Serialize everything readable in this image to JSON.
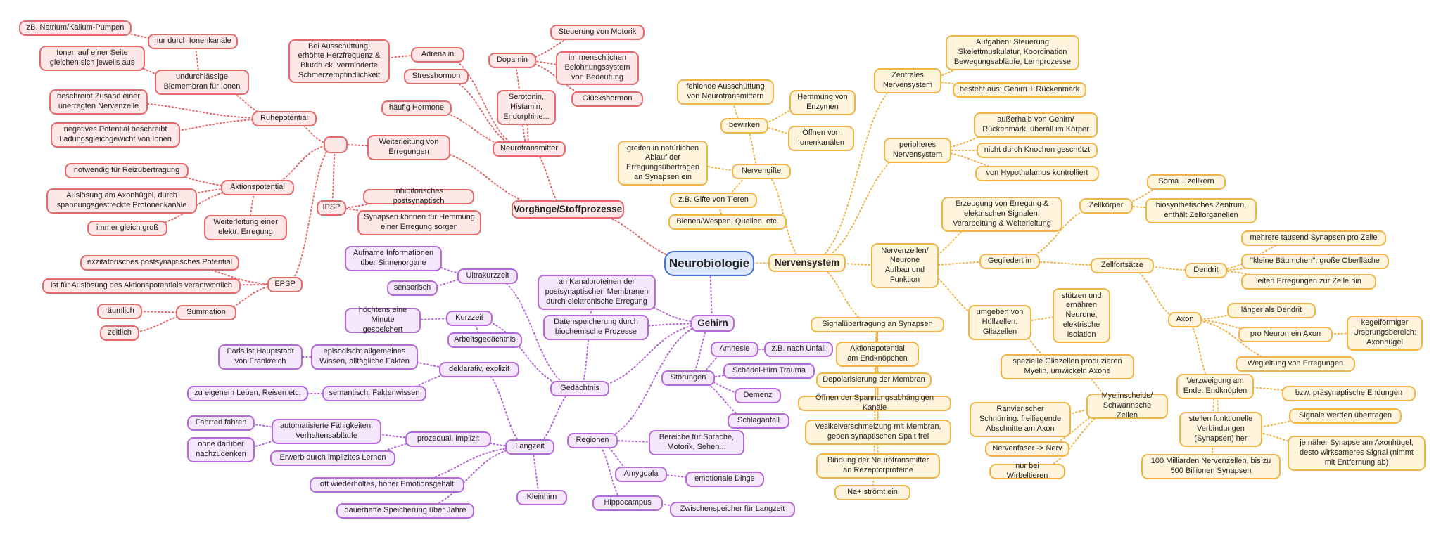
{
  "colors": {
    "red": "#e36a6a",
    "purple": "#b36ad6",
    "orange": "#f0b54a",
    "root": "#4a6fd6"
  },
  "nodes": {
    "root": "Neurobiologie",
    "vorgaenge": "Vorgänge/Stoffprozesse",
    "nervensystem": "Nervensystem",
    "gehirn": "Gehirn",
    "natrium": "zB. Natrium/Kalium-Pumpen",
    "ionenkanaele": "nur durch Ionenkanäle",
    "ionen_seite": "Ionen auf einer Seite\ngleichen sich jeweils aus",
    "undurchlaessig": "undurchlässige\nBiomembran für Ionen",
    "zusand": "beschreibt Zusand einer\nunerregten Nervenzelle",
    "ruhepotential": "Ruhepotential",
    "negatives": "negatives Potential beschreibt\nLadungsgleichgewicht von Ionen",
    "hub": "",
    "notwendig": "notwendig für Reizübertragung",
    "aktionspotential": "Aktionspotential",
    "ausloesung": "Auslösung am Axonhügel, durch\nspannungsgestreckte Protonenkanäle",
    "gleich_gross": "immer gleich groß",
    "weiterleitung_erregung": "Weiterleitung einer\nelektr. Erregung",
    "exzitatorisch": "exzitatorisches postsynaptisches Potential",
    "verantwortlich": "ist für Auslösung des Aktionspotentials verantwortlich",
    "epsp": "EPSP",
    "raeumlich": "räumlich",
    "summation": "Summation",
    "zeitlich": "zeitlich",
    "ausschuettung": "Bei Ausschüttung:\nerhöhte Herzfrequenz &\nBlutdruck, verminderte\nSchmerzempfindlichkeit",
    "adrenalin": "Adrenalin",
    "stresshormon": "Stresshormon",
    "dopamin": "Dopamin",
    "motorik": "Steuerung von Motorik",
    "belohnung": "im menschlichen\nBelohnungssystem\nvon Bedeutung",
    "glueckshormon": "Glückshormon",
    "serotonin": "Serotonin,\nHistamin,\nEndorphine...",
    "hormone": "häufig Hormone",
    "neurotransmitter": "Neurotransmitter",
    "weiterleitung": "Weiterleitung von\nErregungen",
    "ipsp": "IPSP",
    "inhibitorisch": "inhibitorisches postsynaptisch",
    "hemmung_syn": "Synapsen können für Hemmung\neiner Erregung sorgen",
    "aufname": "Aufname Informationen\nüber Sinnenorgane",
    "sensorisch": "sensorisch",
    "ultrakurz": "Ultrakurzzeit",
    "kanalproteine": "an Kanalproteinen der\npostsynaptischen Membranen\ndurch elektronische Erregung",
    "minute": "höchtens eine\nMinute gespeichert",
    "kurzzeit": "Kurzzeit",
    "arbeitsgedaechtnis": "Arbeitsgedächtnis",
    "datenspeicherung": "Datenspeicherung durch\nbiochemische Prozesse",
    "paris": "Paris ist Hauptstadt\nvon Frankreich",
    "episodisch": "episodisch: allgemeines\nWissen, alltägliche Fakten",
    "deklarativ": "deklarativ, explizit",
    "eigenes_leben": "zu eigenem Leben, Reisen etc.",
    "semantisch": "semantisch: Faktenwissen",
    "gedaechtnis": "Gedächtnis",
    "fahrrad": "Fahrrad fahren",
    "automatisiert": "automatisierte Fähigkeiten,\nVerhaltensabläufe",
    "ohne_nachdenken": "ohne darüber\nnachzudenken",
    "prozedual": "prozedual, implizit",
    "langzeit": "Langzeit",
    "erwerb": "Erwerb durch implizites Lernen",
    "oft_wiederholtes": "oft wiederholtes, hoher Emotionsgehalt",
    "dauerhafte": "dauerhafte Speicherung über Jahre",
    "kleinhirn": "Kleinhirn",
    "amnesie": "Amnesie",
    "unfall": "z.B. nach Unfall",
    "stoerungen": "Störungen",
    "schaedel": "Schädel-Hirn Trauma",
    "demenz": "Demenz",
    "schlaganfall": "Schlaganfall",
    "regionen": "Regionen",
    "bereiche": "Bereiche für Sprache,\nMotorik, Sehen...",
    "amygdala": "Amygdala",
    "emotionale": "emotionale Dinge",
    "hippocampus": "Hippocampus",
    "zwischenspeicher": "Zwischenspeicher für Langzeit",
    "fehlende": "fehlende Ausschüttung\nvon Neurotransmittern",
    "hemmung_enzyme": "Hemmung von\nEnzymen",
    "bewirken": "bewirken",
    "oeffnen_ionen": "Öffnen von\nIonenkanälen",
    "greifen": "greifen in natürlichen\nAblauf der\nErregungsübertragen\nan Synapsen ein",
    "nervengifte": "Nervengifte",
    "gifte_tieren": "z.B. Gifte von Tieren",
    "bienen": "Bienen/Wespen, Quallen, etc.",
    "zentrales": "Zentrales\nNervensystem",
    "aufgaben": "Aufgaben: Steuerung\nSkelettmuskulatur, Koordination\nBewegungsabläufe, Lernprozesse",
    "besteht": "besteht aus; Gehirn + Rückenmark",
    "peripheres": "peripheres\nNervensystem",
    "ausserhalb": "außerhalb von Gehirn/\nRückenmark, überall im Körper",
    "knochen": "nicht durch Knochen geschützt",
    "hypothalamus": "von Hypothalamus kontrolliert",
    "soma": "Soma + zellkern",
    "zellkoerper": "Zellkörper",
    "erzeugung": "Erzeugung von Erregung &\nelektrischen Signalen,\nVerarbeitung & Weiterleitung",
    "biosynthetisch": "biosynthetisches Zentrum,\nenthält Zellorganellen",
    "nervenzellen": "Nervenzellen/\nNeurone\nAufbau und\nFunktion",
    "gegliedert": "Gegliedert in",
    "zellfortsaetze": "Zellfortsätze",
    "mehrere_synapsen": "mehrere tausend Synapsen pro Zelle",
    "dendrit": "Dendrit",
    "baeumchen": "\"kleine Bäumchen\", große Oberfläche",
    "leiten": "leiten Erregungen zur Zelle hin",
    "umgeben": "umgeben von\nHüllzellen:\nGliazellen",
    "stuetzen": "stützen und\nernähren\nNeurone,\nelektrische\nIsolation",
    "signaluebertragung": "Signalübertragung an Synapsen",
    "axon": "Axon",
    "laenger": "länger als Dendrit",
    "pro_neuron": "pro Neuron ein Axon",
    "kegelfoermig": "kegelförmiger\nUrsprungsbereich:\nAxonhügel",
    "spezielle": "spezielle Gliazellen produzieren\nMyelin, umwickeln Axone",
    "wegleitung": "Wegleitung von Erregungen",
    "ap_endknoepfchen": "Aktionspotential\nam Endknöpchen",
    "depolarisierung": "Depolarisierung der Membran",
    "verzweigung": "Verzweigung am\nEnde: Endknöpfen",
    "praesynaptisch": "bzw. präsynaptische Endungen",
    "oeffnen_spannung": "Öffnen der Spannungsabhängigen Kanäle",
    "ranvier": "Ranvierischer\nSchnürring: freiliegende\nAbschnitte am Axon",
    "myelin": "Myelinscheide/\nSchwannsche Zellen",
    "stellen": "stellen funktionelle\nVerbindungen\n(Synapsen) her",
    "signale": "Signale werden übertragen",
    "vesikel": "Vesikelverschmelzung mit Membran,\ngeben synaptischen Spalt frei",
    "nervenfaser": "Nervenfaser -> Nerv",
    "milliarden": "100 Milliarden Nervenzellen, bis zu\n500 Billionen Synapsen",
    "naeher": "je näher Synapse am Axonhügel,\ndesto wirksameres Signal (nimmt\nmit Entfernung ab)",
    "bindung": "Bindung der Neurotransmitter\nan Rezeptorproteine",
    "wirbeltiere": "nur bei Wirbeltieren",
    "na_stroemt": "Na+ strömt ein"
  }
}
